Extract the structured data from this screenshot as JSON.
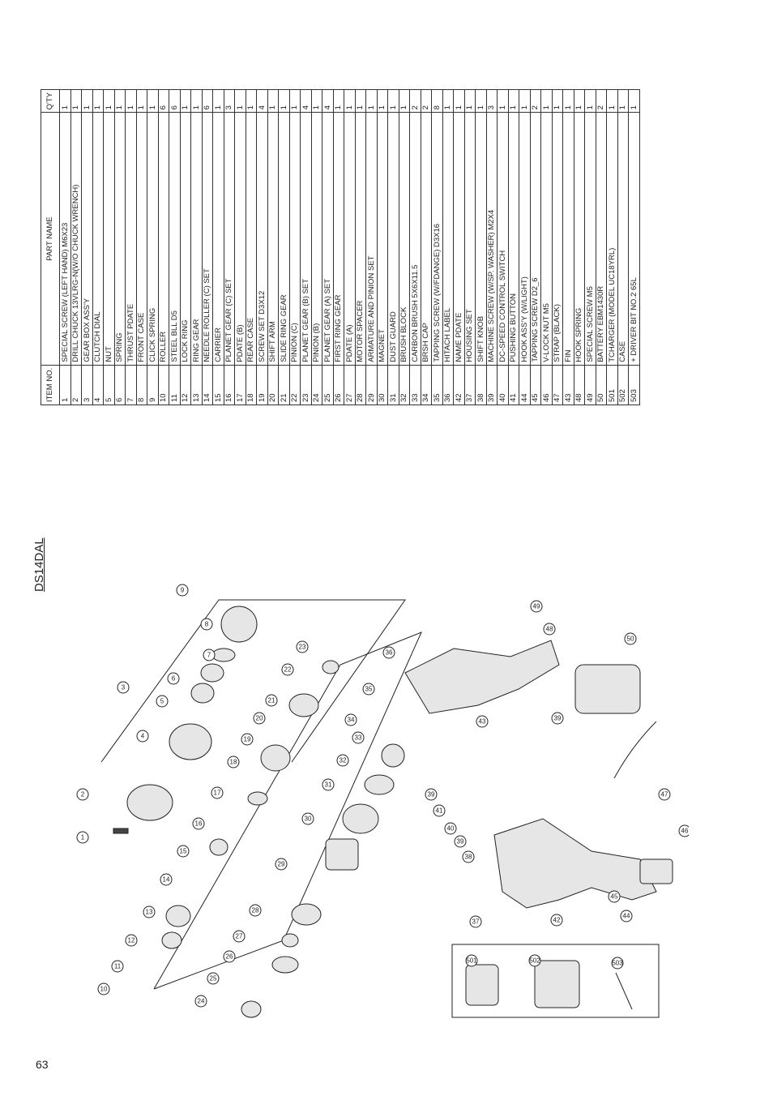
{
  "page": {
    "number": "63",
    "model": "DS14DAL"
  },
  "table": {
    "headers": {
      "item": "ITEM NO.",
      "name": "PART NAME",
      "qty": "Q'TY"
    },
    "rows": [
      [
        "1",
        "SPECIAL SCREW (LEFT HAND) M6X23",
        "1"
      ],
      [
        "2",
        "DRILL CHUCK 13VLRG-N(W/O CHUCK WRENCH)",
        "1"
      ],
      [
        "3",
        "GEAR BOX ASS'Y",
        "1"
      ],
      [
        "4",
        "CLUTCH DIAL",
        "1"
      ],
      [
        "5",
        "NUT",
        "1"
      ],
      [
        "6",
        "SPRING",
        "1"
      ],
      [
        "7",
        "THRUST PDATE",
        "1"
      ],
      [
        "8",
        "FRONT CASE",
        "1"
      ],
      [
        "9",
        "CLICK SPRING",
        "1"
      ],
      [
        "10",
        "ROLLER",
        "6"
      ],
      [
        "11",
        "STEEL BLL D5",
        "6"
      ],
      [
        "12",
        "LOCK RING",
        "1"
      ],
      [
        "13",
        "RING GEAR",
        "1"
      ],
      [
        "14",
        "NEEDLE ROLLER (C) SET",
        "6"
      ],
      [
        "15",
        "CARRIER",
        "1"
      ],
      [
        "16",
        "PLANET GEAR (C) SET",
        "3"
      ],
      [
        "17",
        "PDATE (B)",
        "1"
      ],
      [
        "18",
        "REAR CASE",
        "1"
      ],
      [
        "19",
        "SCREW SET D3X12",
        "4"
      ],
      [
        "20",
        "SHIFT ARM",
        "1"
      ],
      [
        "21",
        "SLIDE RING GEAR",
        "1"
      ],
      [
        "22",
        "PINION (C)",
        "1"
      ],
      [
        "23",
        "PLANET GEAR (B) SET",
        "4"
      ],
      [
        "24",
        "PINION (B)",
        "1"
      ],
      [
        "25",
        "PLANET GEAR (A) SET",
        "4"
      ],
      [
        "26",
        "FIRST RING GEAR",
        "1"
      ],
      [
        "27",
        "PDATE (A)",
        "1"
      ],
      [
        "28",
        "MOTOR SPACER",
        "1"
      ],
      [
        "29",
        "ARMATURE AND PINION SET",
        "1"
      ],
      [
        "30",
        "MAGNET",
        "1"
      ],
      [
        "31",
        "DUST GUARD",
        "1"
      ],
      [
        "32",
        "BRUSH BLOCK",
        "1"
      ],
      [
        "33",
        "CARBON BRUSH 5X6X11.5",
        "2"
      ],
      [
        "34",
        "BRSH CAP",
        "2"
      ],
      [
        "35",
        "TAPPING SCREW (W/FDANGE) D3X16",
        "8"
      ],
      [
        "36",
        "HITACH LABEL",
        "1"
      ],
      [
        "42",
        "NAME PDATE",
        "1"
      ],
      [
        "37",
        "HOUSING SET",
        "1"
      ],
      [
        "38",
        "SHIFT KNOB",
        "1"
      ],
      [
        "39",
        "MACHINE SCREW (W/SP. WASHER) M2X4",
        "3"
      ],
      [
        "40",
        "DC-SPEED CONTROL SWITCH",
        "1"
      ],
      [
        "41",
        "PUSHING BUTTON",
        "1"
      ],
      [
        "44",
        "HOOK ASS'Y (W/LIGHT)",
        "1"
      ],
      [
        "45",
        "TAPPING SCREW D2_6",
        "2"
      ],
      [
        "46",
        "V-LOCK NUT M5",
        "1"
      ],
      [
        "47",
        "STRAP (BLACK)",
        "1"
      ],
      [
        "43",
        "FIN",
        "1"
      ],
      [
        "48",
        "HOOK SPRING",
        "1"
      ],
      [
        "49",
        "SPECIAL SCREW M5",
        "1"
      ],
      [
        "50",
        "BATTERY EBM1430R",
        "2"
      ],
      [
        "501",
        "TCHARGER (MODEL UC18YRL)",
        "1"
      ],
      [
        "502",
        "CASE",
        "1"
      ],
      [
        "503",
        "+ DRIVER BIT NO.2 65L",
        "1"
      ]
    ]
  },
  "callouts": [
    "1",
    "2",
    "3",
    "4",
    "5",
    "6",
    "7",
    "8",
    "9",
    "10",
    "11",
    "12",
    "13",
    "14",
    "15",
    "16",
    "17",
    "18",
    "19",
    "20",
    "21",
    "22",
    "23",
    "24",
    "25",
    "26",
    "27",
    "28",
    "29",
    "30",
    "31",
    "32",
    "33",
    "34",
    "35",
    "36",
    "37",
    "38",
    "39",
    "39",
    "40",
    "41",
    "42",
    "43",
    "39",
    "44",
    "45",
    "46",
    "47",
    "48",
    "49",
    "50",
    "501",
    "502",
    "503"
  ]
}
